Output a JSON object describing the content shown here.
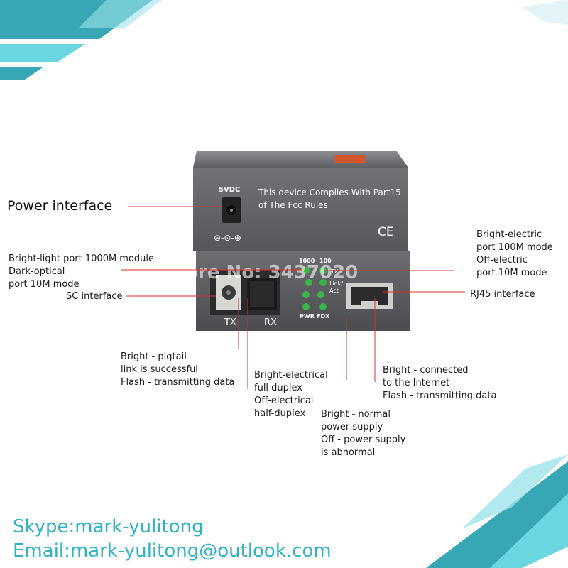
{
  "device_top": {
    "power_rating": "5VDC",
    "compliance_text": [
      "This device Complies With Part15",
      "of The Fcc Rules"
    ],
    "ce_mark": "CE",
    "polarity_symbol": "⊖-⊙-⊕"
  },
  "device_front": {
    "led_headers": [
      "1000",
      "100"
    ],
    "led_side_labels": [
      "TX",
      "Link/",
      "Act"
    ],
    "led_bottom_labels": [
      "PWR",
      "FDX"
    ],
    "port_labels": [
      "TX",
      "RX"
    ],
    "led_color": "#39b54a"
  },
  "watermark": "Store No: 3437020",
  "callouts": {
    "power_interface": "Power interface",
    "bright_light": [
      "Bright-light port 1000M module",
      "Dark-optical",
      "port 10M mode"
    ],
    "sc_interface": "SC interface",
    "bright_electric": [
      "Bright-electric",
      "port 100M mode",
      "Off-electric",
      "port 10M mode"
    ],
    "rj45_interface": "RJ45 interface",
    "pigtail": [
      "Bright - pigtail",
      "link is successful",
      "Flash - transmitting data"
    ],
    "duplex": [
      "Bright-electrical",
      "full duplex",
      "Off-electrical",
      "half-duplex"
    ],
    "connected": [
      "Bright - connected",
      "to the Internet",
      "Flash - transmitting data"
    ],
    "power_supply": [
      "Bright - normal",
      "power supply",
      "Off - power supply",
      "is abnormal"
    ]
  },
  "contact": {
    "skype": "Skype:mark-yulitong",
    "email": "Email:mark-yulitong@outlook.com"
  },
  "colors": {
    "contact_text": "#2fb4c4",
    "stripe_teal": "#37a7b5",
    "stripe_cyan": "#6ad6df",
    "callout_line": "#d9302a"
  }
}
